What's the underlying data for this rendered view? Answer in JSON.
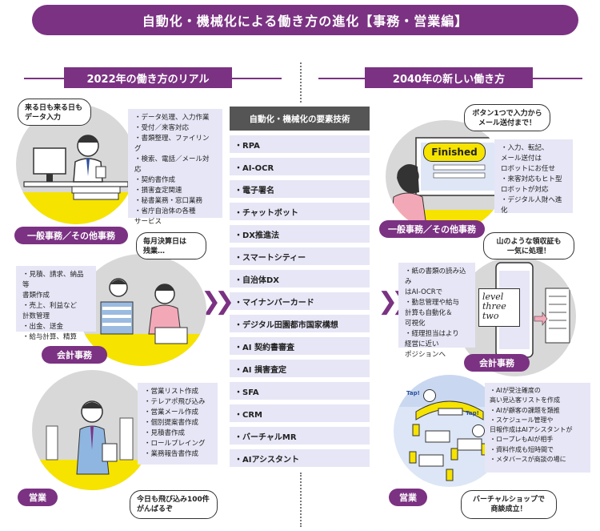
{
  "title": "自動化・機械化による働き方の進化【事務・営業編】",
  "left_header": "2022年の働き方のリアル",
  "right_header": "2040年の新しい働き方",
  "tech": {
    "header": "自動化・機械化の要素技術",
    "items": [
      "・RPA",
      "・AI-OCR",
      "・電子署名",
      "・チャットボット",
      "・DX推進法",
      "・スマートシティー",
      "・自治体DX",
      "・マイナンバーカード",
      "・デジタル田園都市国家構想",
      "・AI 契約書審査",
      "・AI 損害査定",
      "・SFA",
      "・CRM",
      "・バーチャルMR",
      "・AIアシスタント"
    ]
  },
  "left": {
    "general": {
      "label": "一般事務／その他事務",
      "bubble": "来る日も来る日も\nデータ入力",
      "items": [
        "データ処理、入力作業",
        "受付／来客対応",
        "書類整理、ファイリング",
        "検索、電話／メール対応",
        "契約書作成",
        "損害査定関連",
        "秘書業務・窓口業務",
        "省庁自治体の各種\nサービス"
      ]
    },
    "accounting": {
      "label": "会計事務",
      "bubble": "毎月決算日は\n残業…",
      "items": [
        "見積、請求、納品等\n書類作成",
        "売上、利益など\n計数管理",
        "出金、送金",
        "給与計算、精算"
      ]
    },
    "sales": {
      "label": "営業",
      "bubble": "今日も飛び込み100件\nがんばるぞ",
      "items": [
        "営業リスト作成",
        "テレアポ飛び込み",
        "営業メール作成",
        "個別提案書作成",
        "見積書作成",
        "ロールプレイング",
        "業務報告書作成"
      ]
    }
  },
  "right": {
    "general": {
      "label": "一般事務／その他事務",
      "bubble": "ボタン1つで入力から\nメール送付まで！",
      "screen_text": "Finished",
      "items": [
        "入力、転記、\nメール送付は\nロボットにお任せ",
        "来客対応もヒト型\nロボットが対応",
        "デジタル人財へ進化"
      ]
    },
    "accounting": {
      "label": "会計事務",
      "bubble": "山のような領収証も\n一気に処理！",
      "items": [
        "紙の書類の読み込み\nはAI-OCRで",
        "勤怠管理や給与\n計算も自動化＆\n可視化",
        "経理担当はより\n経営に近い\nポジションへ"
      ]
    },
    "sales": {
      "label": "営業",
      "bubble": "バーチャルショップで\n商談成立！",
      "tap": "Tap!",
      "items": [
        "AIが受注確度の\n高い見込客リストを作成",
        "AIが顧客の課題を類推",
        "スケジュール管理や\n日報作成はAIアシスタントが",
        "ロープレもAIが相手",
        "資料作成も短時間で",
        "メタバースが商談の場に"
      ]
    }
  },
  "colors": {
    "purple": "#7b3282",
    "lavender": "#e6e6f6",
    "yellow": "#f6e300",
    "gray": "#d8d8d8"
  }
}
